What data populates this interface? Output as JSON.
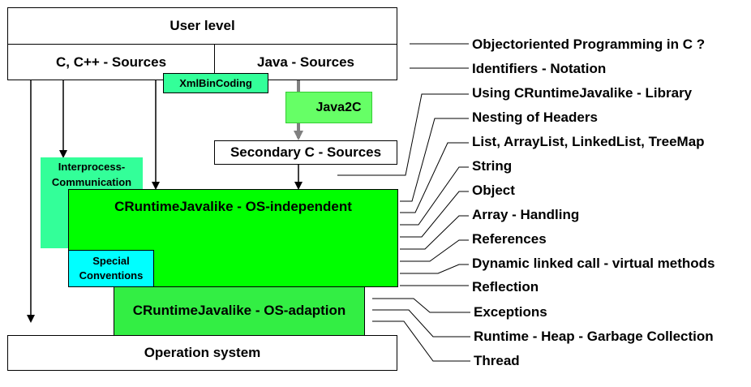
{
  "boxes": {
    "user_level": "User level",
    "c_sources": "C, C++ - Sources",
    "java_sources": "Java - Sources",
    "xmlbincoding": "XmlBinCoding",
    "java2c": "Java2C",
    "secondary_c": "Secondary C - Sources",
    "interprocess": "Interprocess-\nCommunication",
    "crt_os_independent": "CRuntimeJavalike - OS-independent",
    "special_conventions": "Special\nConventions",
    "crt_os_adaption": "CRuntimeJavalike - OS-adaption",
    "operation_system": "Operation system"
  },
  "topics": [
    "Objectoriented Programming in C ?",
    "Identifiers - Notation",
    "Using CRuntimeJavalike - Library",
    "Nesting of Headers",
    "List, ArrayList, LinkedList, TreeMap",
    "String",
    "Object",
    "Array - Handling",
    "References",
    "Dynamic linked call - virtual methods",
    "Reflection",
    "Exceptions",
    "Runtime - Heap - Garbage Collection",
    "Thread"
  ],
  "colors": {
    "green_bright": "#00ff00",
    "green_light": "#33ff99",
    "green_mid": "#33ff66",
    "green_pale": "#66ff66",
    "cyan": "#00ffff",
    "gray_arrow": "#808080"
  }
}
